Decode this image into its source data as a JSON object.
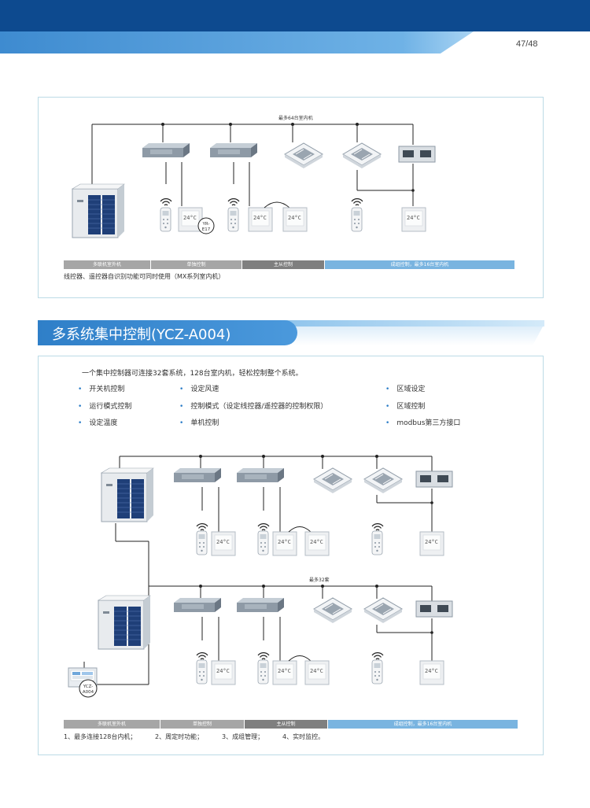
{
  "page_number": "47/48",
  "diagram1": {
    "bus_label": "最多64台室内机",
    "wired_controller_model": "YR-E17",
    "controller_display": "24°C",
    "legend": [
      "多联机室外机",
      "单独控制",
      "主从控制",
      "成组控制，最多16台室内机"
    ],
    "note": "线控器、遥控器自识别功能可同时使用（MX系列室内机）"
  },
  "section": {
    "title": "多系统集中控制(YCZ-A004)",
    "intro": "一个集中控制器可连接32套系统，128台室内机，轻松控制整个系统。",
    "features": [
      "开关机控制",
      "设定风速",
      "区域设定",
      "运行模式控制",
      "控制模式（设定线控器/遥控器的控制权限）",
      "区域控制",
      "设定温度",
      "单机控制",
      "modbus第三方接口"
    ]
  },
  "diagram2": {
    "bus_label": "最多32套",
    "central_controller_model": "YCZ-A004",
    "legend": [
      "多联机室外机",
      "单独控制",
      "主从控制",
      "成组控制，最多16台室内机"
    ],
    "note": [
      "1、最多连接128台内机；",
      "2、周定时功能；",
      "3、成组管理；",
      "4、实时监控。"
    ]
  },
  "colors": {
    "header_dark": "#0d4a8f",
    "header_light": "#5aa3df",
    "legend_grey": "#a6a6a6",
    "legend_dark_grey": "#7f7f7f",
    "legend_blue": "#79b4e0",
    "panel_border": "#bcdbe6"
  }
}
